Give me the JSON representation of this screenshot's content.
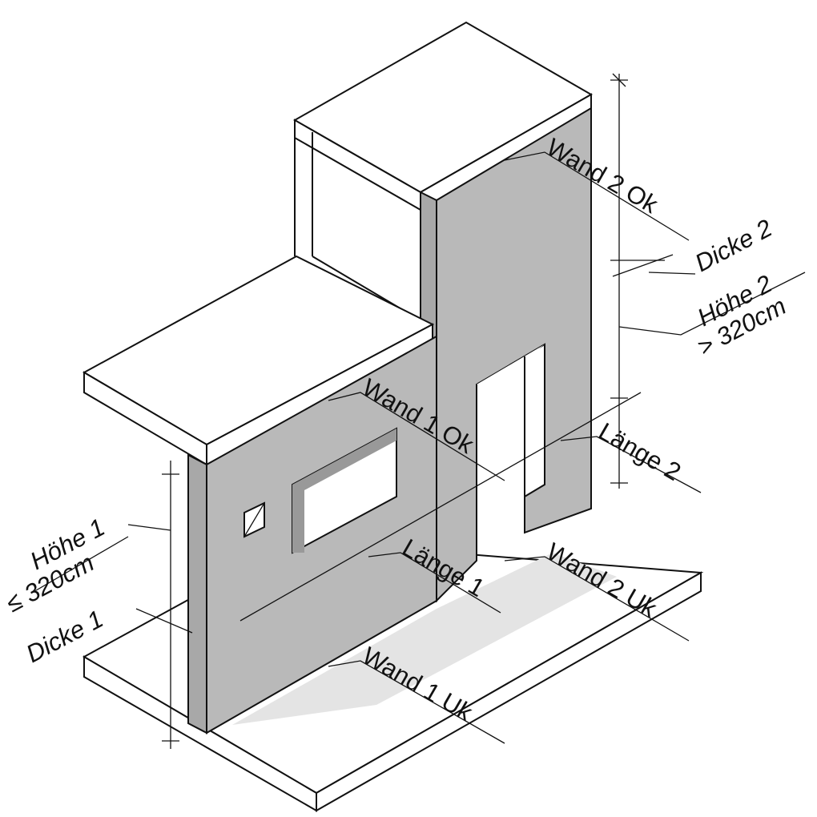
{
  "labels": {
    "wand2_ok": "Wand 2 Ok",
    "dicke2": "Dicke 2",
    "hoehe2": "Höhe 2",
    "hoehe2_limit": "> 320cm",
    "wand1_ok": "Wand 1 Ok",
    "laenge2": "Länge 2",
    "hoehe1": "Höhe 1",
    "hoehe1_limit": "≤ 320cm",
    "dicke1": "Dicke 1",
    "laenge1": "Länge 1",
    "wand2_uk": "Wand 2 Uk",
    "wand1_uk": "Wand 1 Uk"
  }
}
